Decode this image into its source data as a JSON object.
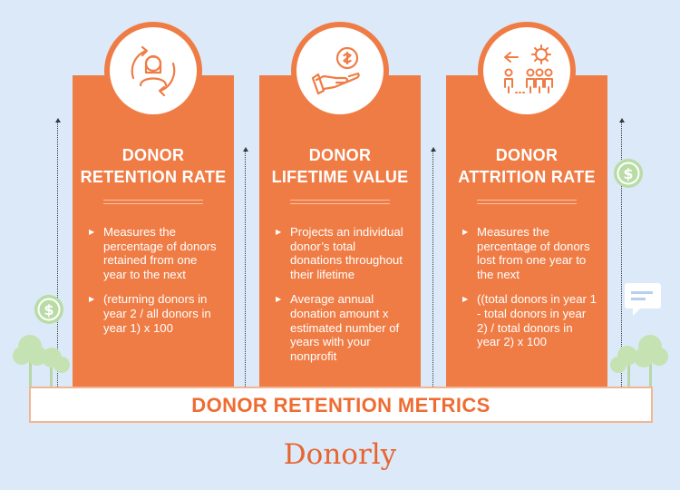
{
  "cards": [
    {
      "title_line1": "DONOR",
      "title_line2": "RETENTION RATE",
      "icon": "donor-cycle-icon",
      "bullets": [
        "Measures the percentage of donors retained from one year to the next",
        "(returning donors in year 2 / all donors in year 1) x 100"
      ]
    },
    {
      "title_line1": "DONOR",
      "title_line2": "LIFETIME VALUE",
      "icon": "hand-coin-icon",
      "bullets": [
        "Projects an individual donor’s total donations throughout their lifetime",
        "Average annual donation amount x estimated number of years with your nonprofit"
      ]
    },
    {
      "title_line1": "DONOR",
      "title_line2": "ATTRITION RATE",
      "icon": "people-leaving-icon",
      "bullets": [
        "Measures the percentage of donors lost from one year to the next",
        "((total donors in year 1 - total donors in year 2) / total donors in year 2) x 100"
      ]
    }
  ],
  "footer_title": "DONOR RETENTION METRICS",
  "brand": "Donorly",
  "colors": {
    "accent": "#f07c45",
    "background": "#dce9f8",
    "title": "#ee6c32"
  }
}
